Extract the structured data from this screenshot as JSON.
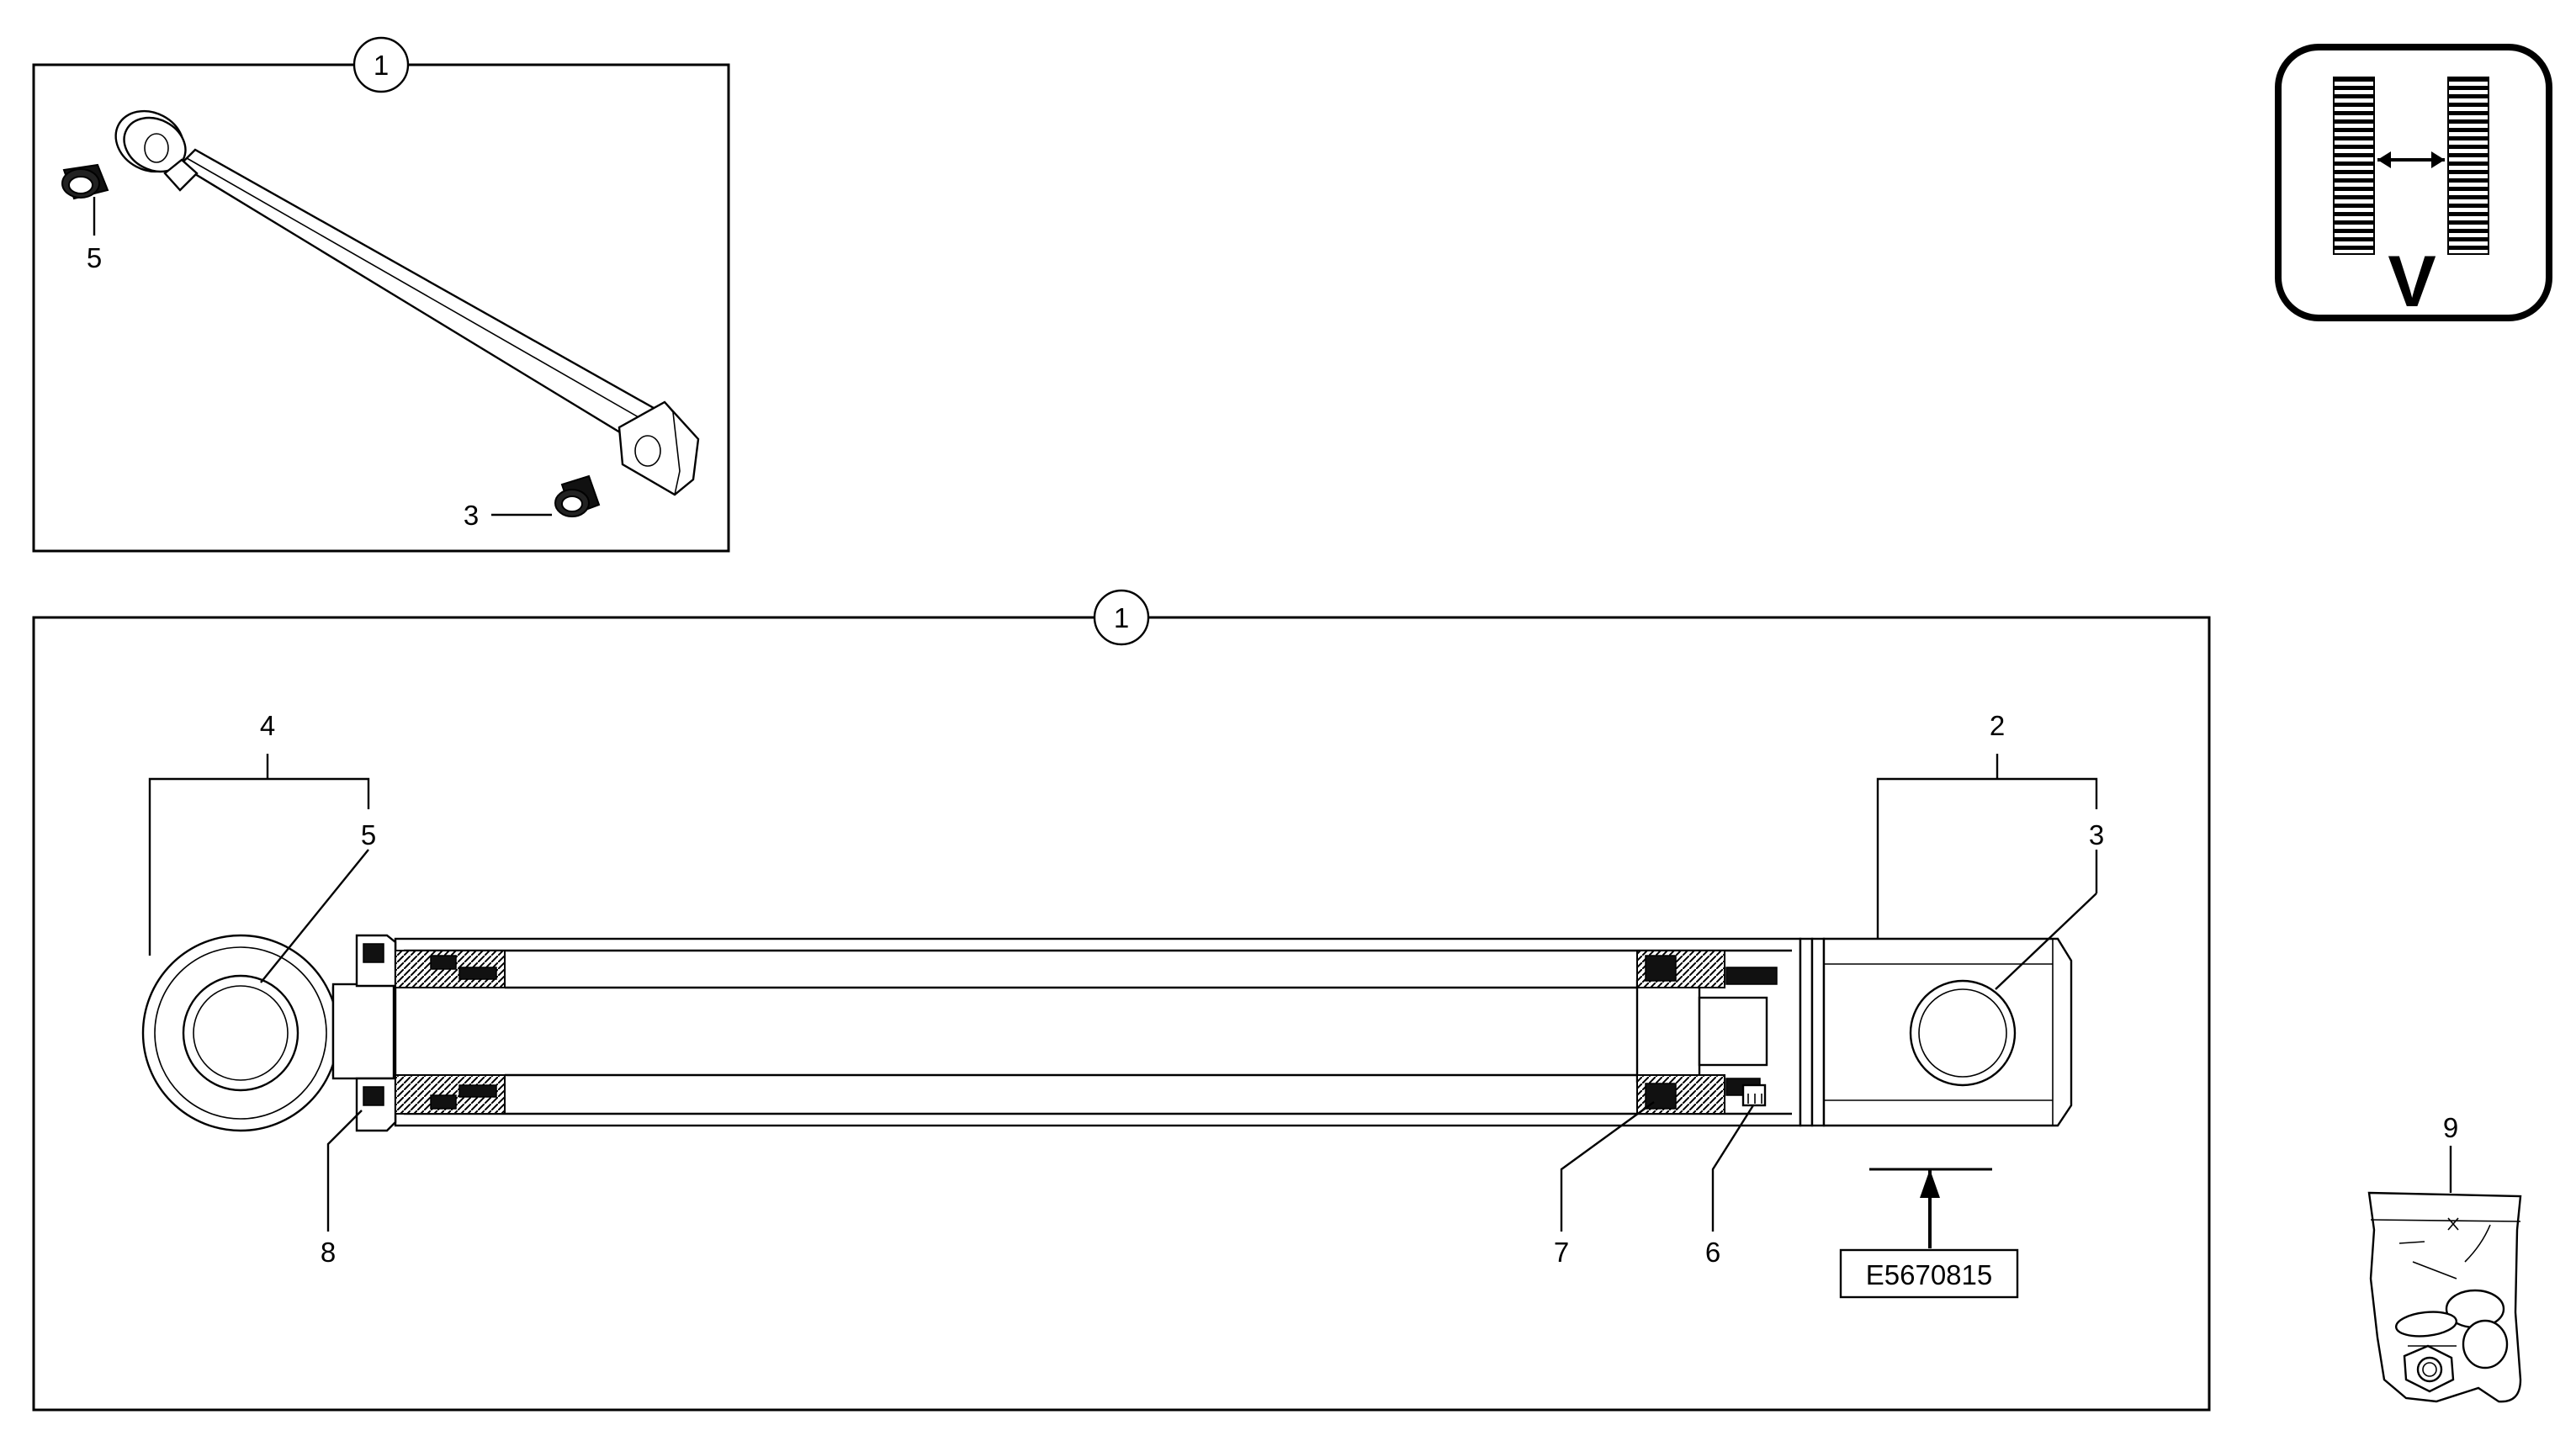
{
  "callouts": {
    "assembly_top": "1",
    "assembly_main": "1",
    "bush_top_left": "5",
    "bush_top_right": "3",
    "label_2": "2",
    "label_3": "3",
    "label_4": "4",
    "label_5": "5",
    "label_6": "6",
    "label_7": "7",
    "label_8": "8",
    "label_9": "9"
  },
  "reference_code": "E5670815",
  "symbol": {
    "letter": "V",
    "meaning": "variant-symbol"
  },
  "icons": [
    "cylinder-iso-view",
    "bushing-icon",
    "variant-symbol-icon",
    "seal-kit-bag-icon",
    "view-arrow-icon"
  ]
}
